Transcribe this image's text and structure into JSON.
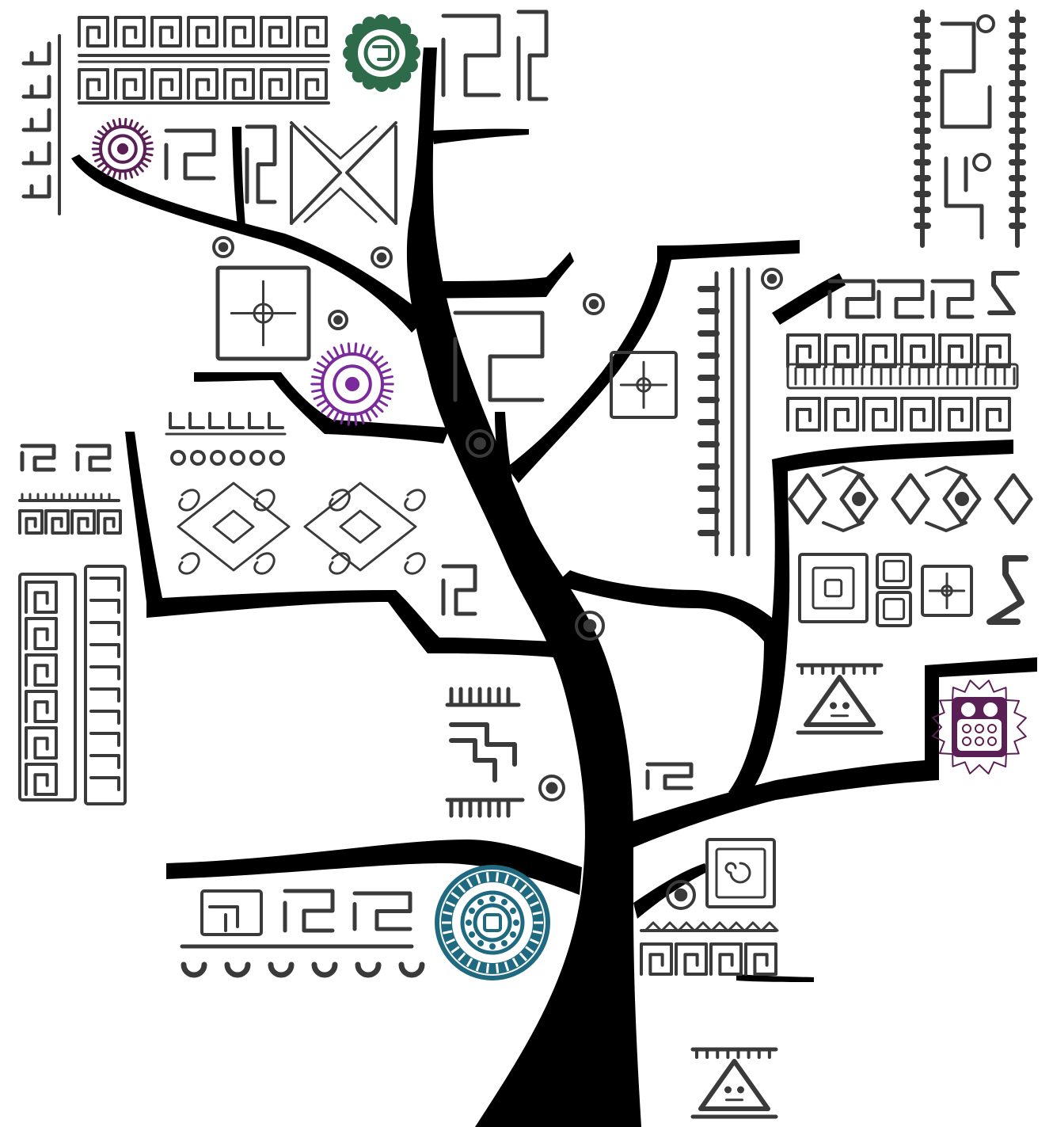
{
  "scene": {
    "subject": "tree",
    "style": "tribal pattern illustration"
  },
  "colors": {
    "background": "#ffffff",
    "tree": "#000000",
    "ink": "#3a3a3a",
    "green": "#2e6b4a",
    "purple": "#5a1f55",
    "violet": "#7a2a9a",
    "teal": "#1f6a80"
  },
  "motifs": [
    {
      "name": "sun-icon",
      "color": "green"
    },
    {
      "name": "sun-icon",
      "color": "purple"
    },
    {
      "name": "sun-icon",
      "color": "violet"
    },
    {
      "name": "sun-icon",
      "color": "teal"
    },
    {
      "name": "mask-icon",
      "color": "purple"
    }
  ]
}
